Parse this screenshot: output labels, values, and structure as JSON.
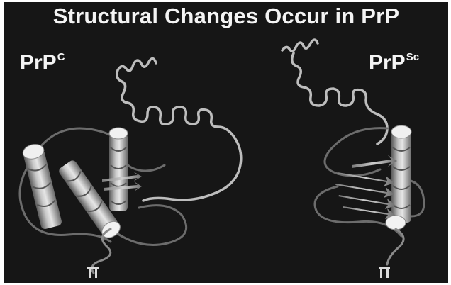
{
  "title": "Structural Changes Occur in PrP",
  "left": {
    "label": "PrP",
    "superscript": "C"
  },
  "right": {
    "label": "PrP",
    "superscript": "Sc"
  }
}
